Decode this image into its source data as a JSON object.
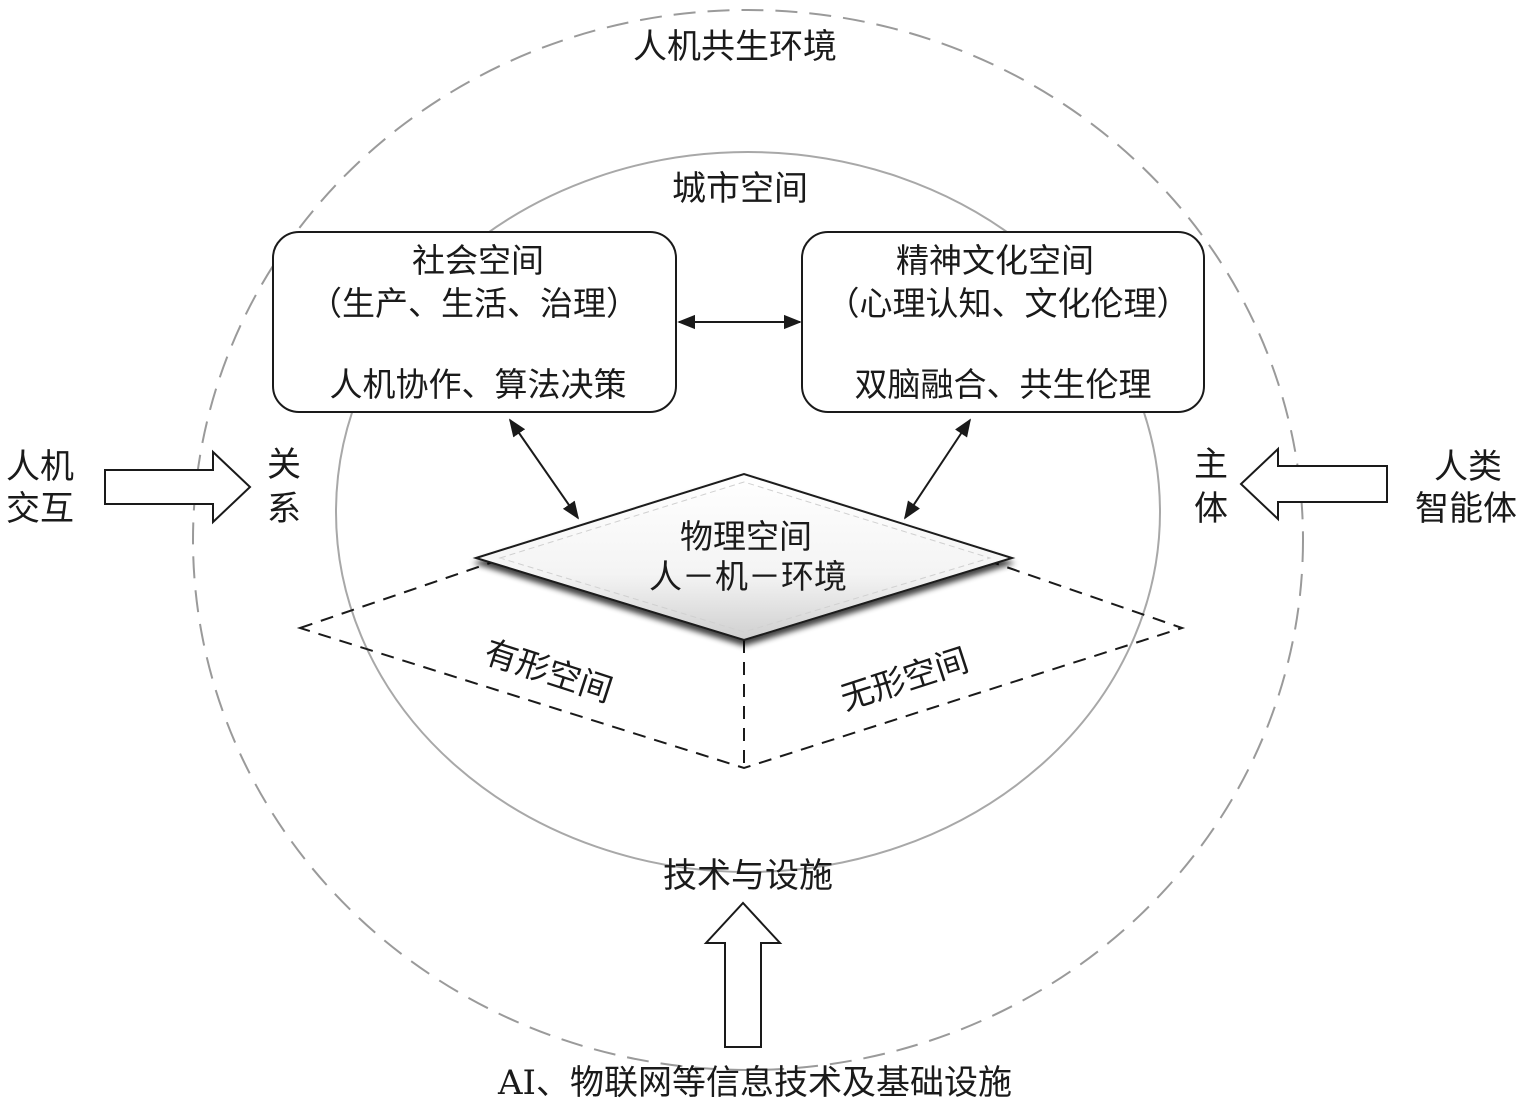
{
  "outer": {
    "title": "人机共生环境"
  },
  "city": {
    "title": "城市空间"
  },
  "social": {
    "title": "社会空间",
    "subtitle": "（生产、生活、治理）",
    "feature": "人机协作、算法决策"
  },
  "spiritual": {
    "title": "精神文化空间",
    "subtitle": "（心理认知、文化伦理）",
    "feature": "双脑融合、共生伦理"
  },
  "physical": {
    "title": "物理空间",
    "subtitle": "人－机－环境"
  },
  "tangible": {
    "label": "有形空间"
  },
  "intangible": {
    "label": "无形空间"
  },
  "left_input": {
    "line1": "人机",
    "line2": "交互",
    "target1": "关",
    "target2": "系"
  },
  "right_input": {
    "line1": "人类",
    "line2": "智能体",
    "target1": "主",
    "target2": "体"
  },
  "bottom_input": {
    "target": "技术与设施",
    "source": "AI、物联网等信息技术及基础设施"
  },
  "colors": {
    "line": "#1a1a1a",
    "ellipse_inner": "#a8a8a8",
    "ellipse_outer": "#9a9a9a"
  }
}
